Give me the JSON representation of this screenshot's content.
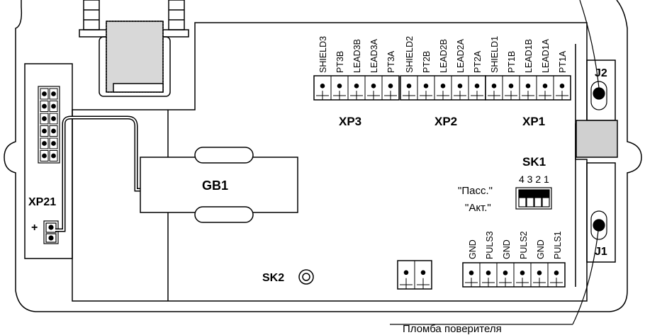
{
  "header_xp3": [
    "SHIELD3",
    "PT3B",
    "LEAD3B",
    "LEAD3A",
    "PT3A"
  ],
  "header_xp2": [
    "SHIELD2",
    "PT2B",
    "LEAD2B",
    "LEAD2A",
    "PT2A"
  ],
  "header_xp1": [
    "SHIELD1",
    "PT1B",
    "LEAD1B",
    "LEAD1A",
    "PT1A"
  ],
  "connectors": {
    "xp3": "XP3",
    "xp2": "XP2",
    "xp1": "XP1",
    "xp21": "XP21",
    "plus": "+",
    "j1": "J1",
    "j2": "J2",
    "gb1": "GB1",
    "sk2": "SK2"
  },
  "dip_switch": {
    "title": "SK1",
    "numbers": "4 3 2 1",
    "mode_passive": "\"Пасс.\"",
    "mode_active": "\"Акт.\""
  },
  "pulse_labels": [
    "GND",
    "PULS3",
    "GND",
    "PULS2",
    "GND",
    "PULS1"
  ],
  "seal_label": "Пломба поверителя"
}
